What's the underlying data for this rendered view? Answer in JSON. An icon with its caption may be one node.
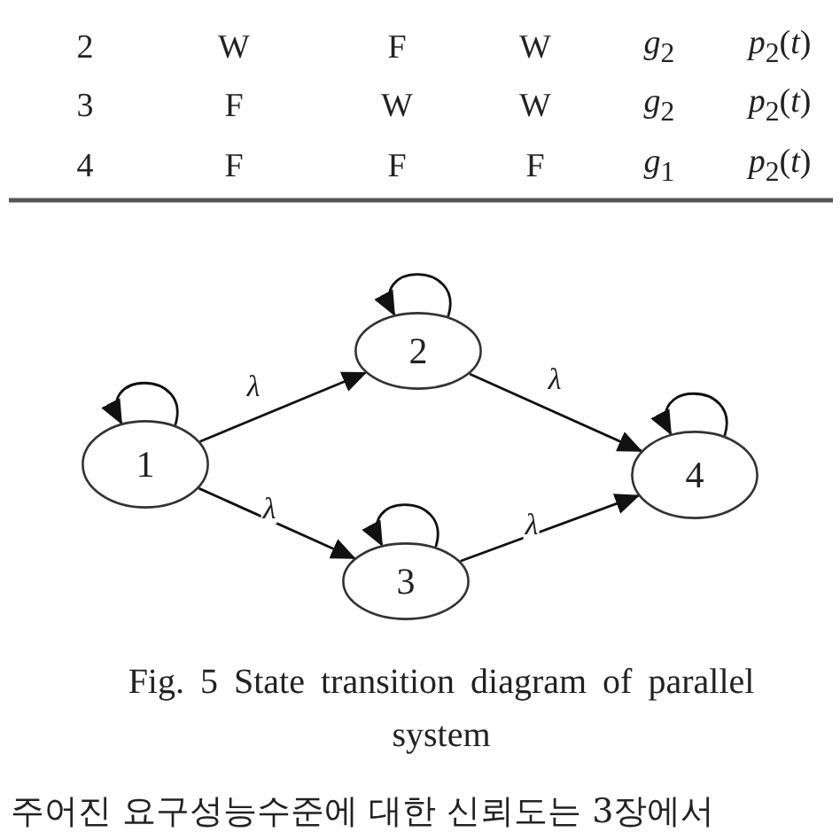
{
  "diagram": {
    "caption": "Fig. 5 State transition diagram of parallel system",
    "nodes": [
      {
        "text": [
          "1"
        ]
      },
      {
        "text": [
          "2"
        ]
      },
      {
        "text": [
          "3"
        ]
      },
      {
        "text": [
          "4"
        ]
      }
    ],
    "edges": [
      {
        "from": 0,
        "to": 0,
        "arrow": "to"
      },
      {
        "from": 1,
        "to": 1,
        "arrow": "to"
      },
      {
        "from": 2,
        "to": 2,
        "arrow": "to"
      },
      {
        "from": 3,
        "to": 3,
        "arrow": "to"
      },
      {
        "from": 0,
        "to": 1,
        "arrow": "to",
        "label": "λ"
      },
      {
        "from": 0,
        "to": 2,
        "arrow": "to",
        "label": "λ"
      },
      {
        "from": 1,
        "to": 3,
        "arrow": "to",
        "label": "λ"
      },
      {
        "from": 2,
        "to": 3,
        "arrow": "to",
        "label": "λ"
      }
    ],
    "labels": [
      "2",
      "W",
      "F",
      "W",
      "*g*$_{2}$",
      "*p*$_{2}$(*t*)",
      "3",
      "F",
      "W",
      "W",
      "*g*$_{2}$",
      "*p*$_{2}$(*t*)",
      "4",
      "F",
      "F",
      "F",
      "*g*$_{1}$",
      "*p*$_{2}$(*t*)",
      "주어진 요구성능수준에 대한 신뢰도는 3장에서"
    ]
  }
}
